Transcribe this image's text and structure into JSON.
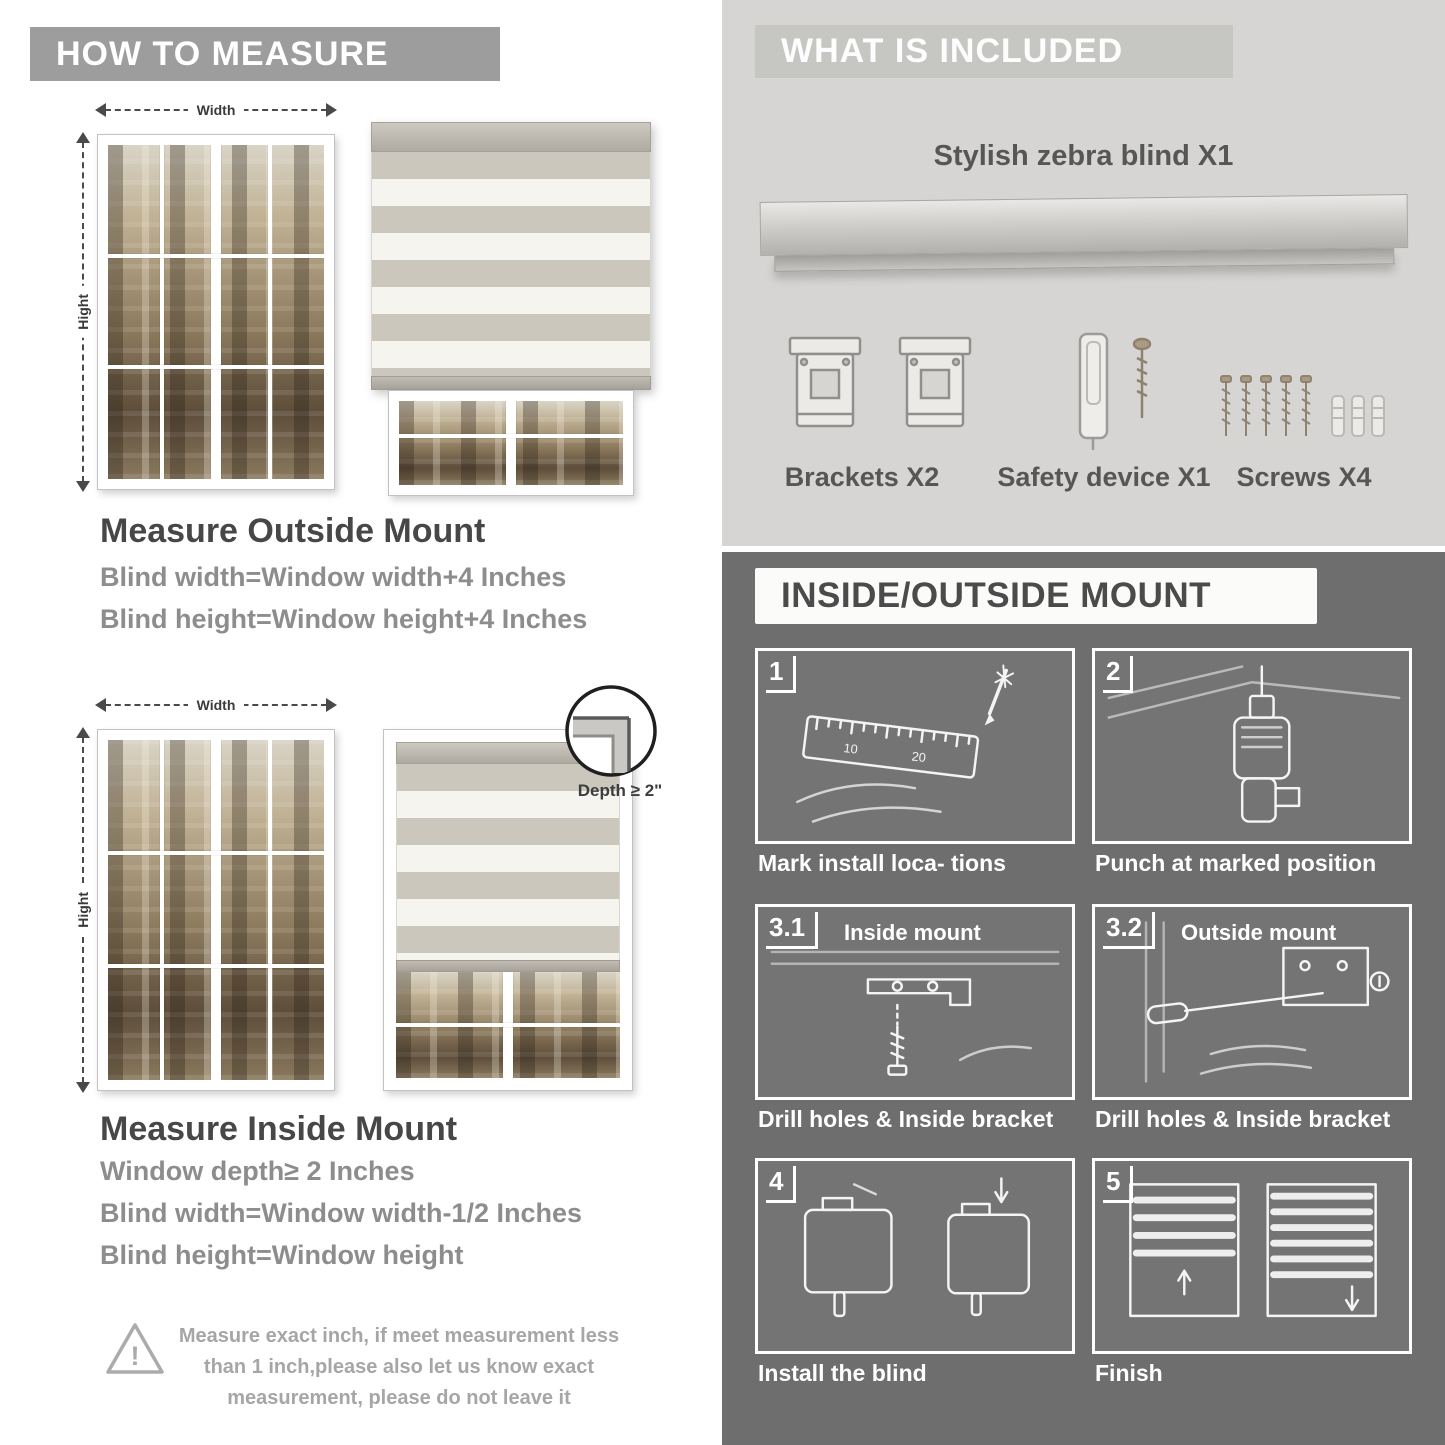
{
  "colors": {
    "banner_gray": "#9d9d9d",
    "panel_light": "#d6d5d3",
    "panel_dark": "#6e6e6e"
  },
  "left": {
    "banner": "HOW TO MEASURE",
    "outside": {
      "width_label": "Width",
      "height_label": "Hight",
      "title": "Measure Outside Mount",
      "line1": "Blind width=Window width+4 Inches",
      "line2": "Blind height=Window height+4 Inches"
    },
    "inside": {
      "width_label": "Width",
      "height_label": "Hight",
      "depth_label": "Depth ≥ 2\"",
      "title": "Measure Inside Mount",
      "line1": "Window depth≥ 2 Inches",
      "line2": "Blind width=Window width-1/2 Inches",
      "line3": "Blind height=Window height"
    },
    "warning": "Measure exact inch, if meet measurement less than 1 inch,please also let us know exact measurement, please do not leave it"
  },
  "right": {
    "included": {
      "banner": "WHAT IS INCLUDED",
      "product": "Stylish zebra blind X1",
      "items": [
        {
          "label": "Brackets X2"
        },
        {
          "label": "Safety device X1"
        },
        {
          "label": "Screws X4"
        }
      ]
    },
    "mount": {
      "banner": "INSIDE/OUTSIDE MOUNT",
      "steps": [
        {
          "num": "1",
          "caption": "Mark install loca- tions"
        },
        {
          "num": "2",
          "caption": "Punch at  marked position"
        },
        {
          "num": "3.1",
          "title": "Inside mount",
          "caption": "Drill holes &  Inside bracket"
        },
        {
          "num": "3.2",
          "title": "Outside mount",
          "caption": "Drill holes &  Inside bracket"
        },
        {
          "num": "4",
          "caption": "Install the blind"
        },
        {
          "num": "5",
          "caption": "Finish"
        }
      ]
    }
  }
}
